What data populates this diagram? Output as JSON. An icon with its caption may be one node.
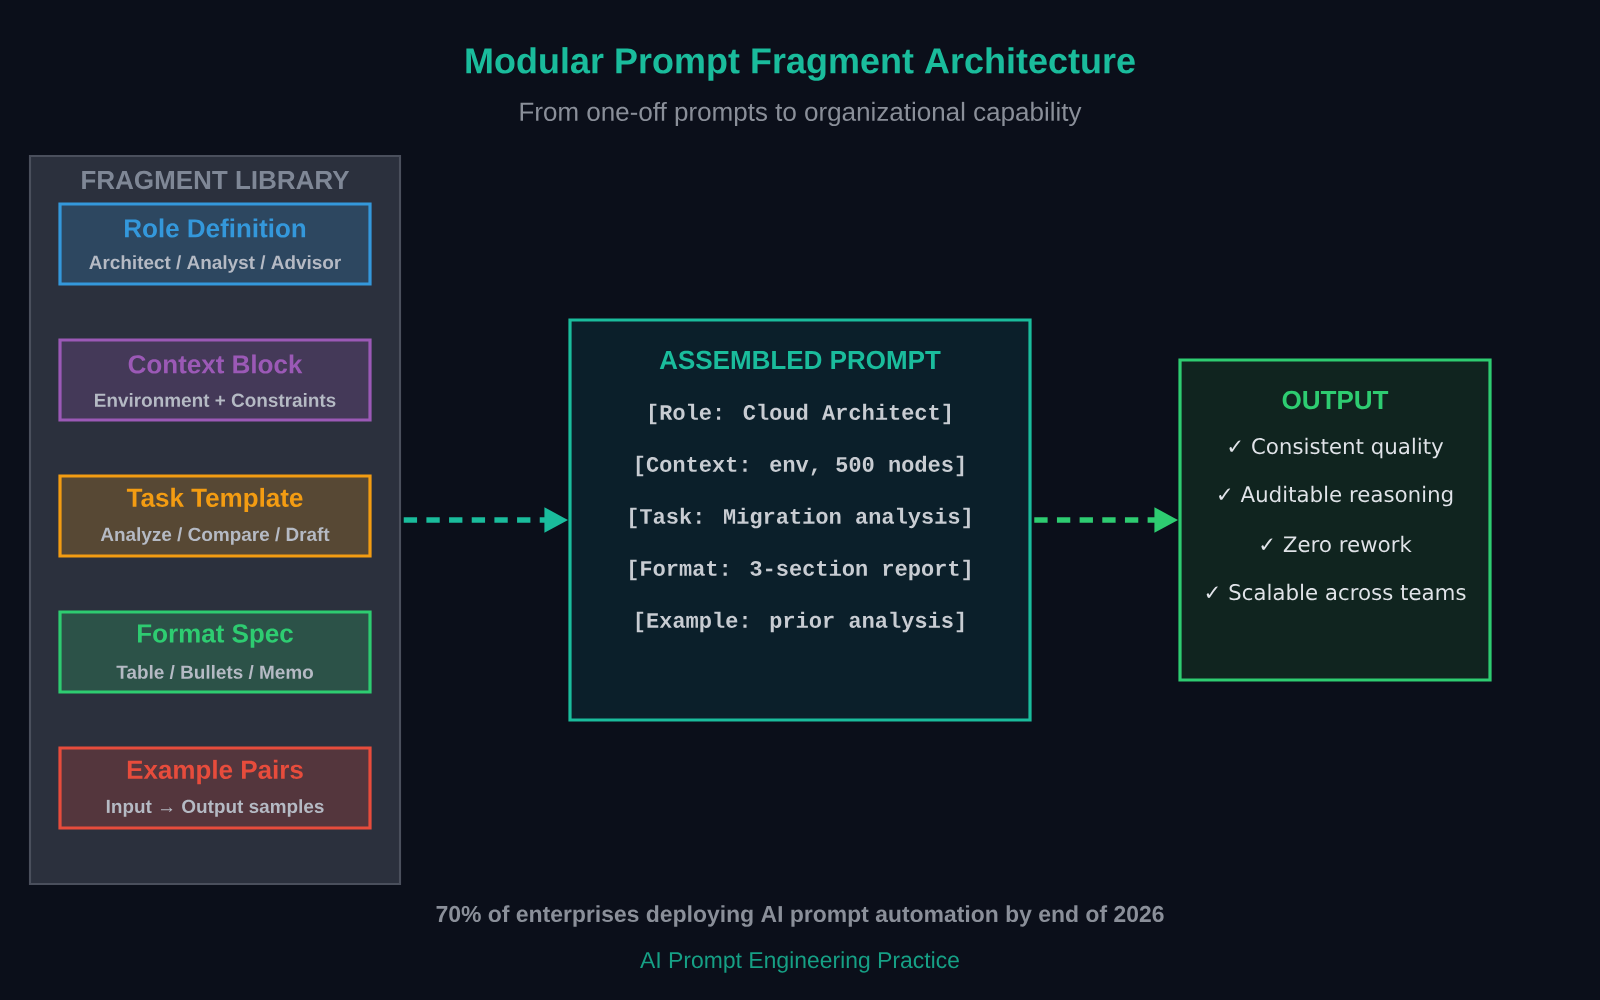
{
  "diagram": {
    "title": "Modular Prompt Fragment Architecture",
    "nodes": [
      {
        "text": [
          "FRAGMENT LIBRARY"
        ]
      },
      {
        "text": [
          "Role Definition",
          "Architect / Analyst / Advisor"
        ],
        "in": 0
      },
      {
        "text": [
          "Context Block",
          "Environment + Constraints"
        ],
        "in": 0
      },
      {
        "text": [
          "Task Template",
          "Analyze / Compare / Draft"
        ],
        "in": 0
      },
      {
        "text": [
          "Format Spec",
          "Table / Bullets / Memo"
        ],
        "in": 0
      },
      {
        "text": [
          "Example Pairs",
          "Input → Output samples"
        ],
        "in": 0
      },
      {
        "text": [
          "ASSEMBLED PROMPT",
          "[Role: Cloud Architect]",
          "[Context: env, 500 nodes]",
          "[Task: Migration analysis]",
          "[Format: 3-section report]",
          "[Example: prior analysis]"
        ]
      },
      {
        "text": [
          "OUTPUT",
          "✓ Consistent quality",
          "✓ Auditable reasoning",
          "✓ Zero rework",
          "✓ Scalable across teams"
        ]
      }
    ],
    "edges": [
      {
        "from": 0,
        "to": 6,
        "arrow": "to",
        "style": "dashed",
        "color": "#1abc9c"
      },
      {
        "from": 6,
        "to": 7,
        "arrow": "to",
        "style": "dashed",
        "color": "#2ecc71"
      }
    ],
    "labels": [
      "From one-off prompts to organizational capability",
      "70% of enterprises deploying AI prompt automation by end of 2026",
      "AI Prompt Engineering Practice"
    ]
  }
}
